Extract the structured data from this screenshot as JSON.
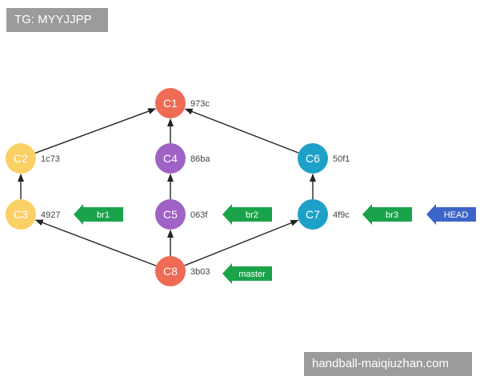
{
  "watermarks": {
    "top": "TG: MYYJJPP",
    "bottom": "handball-maiqiuzhan.com"
  },
  "colors": {
    "orange": "#ee6b55",
    "yellow": "#fbd064",
    "purple": "#a062c6",
    "blue": "#1ea1c9",
    "ref_green": "#1aa34a",
    "head_blue": "#3d64c8",
    "edge": "#222222"
  },
  "commits": [
    {
      "id": "C1",
      "hash": "973c",
      "color": "orange"
    },
    {
      "id": "C2",
      "hash": "1c73",
      "color": "yellow"
    },
    {
      "id": "C3",
      "hash": "4927",
      "color": "yellow"
    },
    {
      "id": "C4",
      "hash": "86ba",
      "color": "purple"
    },
    {
      "id": "C5",
      "hash": "063f",
      "color": "purple"
    },
    {
      "id": "C6",
      "hash": "50f1",
      "color": "blue"
    },
    {
      "id": "C7",
      "hash": "4f9c",
      "color": "blue"
    },
    {
      "id": "C8",
      "hash": "3b03",
      "color": "orange"
    }
  ],
  "edges": [
    {
      "from": "C2",
      "to": "C1"
    },
    {
      "from": "C4",
      "to": "C1"
    },
    {
      "from": "C6",
      "to": "C1"
    },
    {
      "from": "C3",
      "to": "C2"
    },
    {
      "from": "C5",
      "to": "C4"
    },
    {
      "from": "C7",
      "to": "C6"
    },
    {
      "from": "C8",
      "to": "C3"
    },
    {
      "from": "C8",
      "to": "C5"
    },
    {
      "from": "C8",
      "to": "C7"
    }
  ],
  "refs": [
    {
      "label": "br1",
      "points_to": "C3",
      "kind": "branch"
    },
    {
      "label": "br2",
      "points_to": "C5",
      "kind": "branch"
    },
    {
      "label": "br3",
      "points_to": "C7",
      "kind": "branch"
    },
    {
      "label": "master",
      "points_to": "C8",
      "kind": "branch"
    },
    {
      "label": "HEAD",
      "points_to": "br3",
      "kind": "head"
    }
  ]
}
